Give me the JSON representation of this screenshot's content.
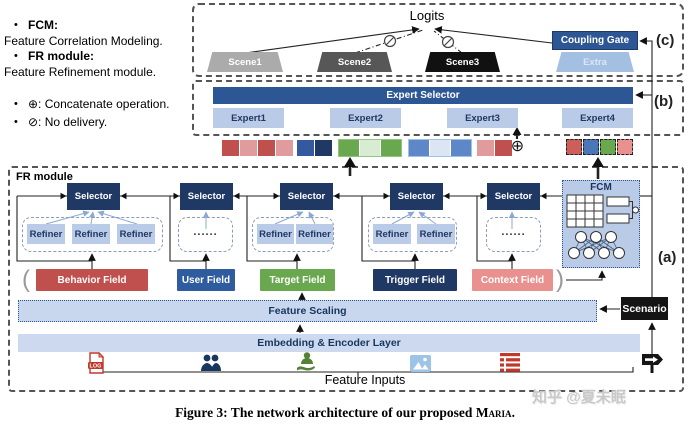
{
  "legend": {
    "bullet": "•",
    "items": [
      {
        "term": "FCM:",
        "definition": "Feature Correlation Modeling."
      },
      {
        "term": "FR module:",
        "definition": "Feature Refinement module."
      },
      {
        "symbol": "⊕:",
        "definition": "Concatenate operation."
      },
      {
        "symbol": "⊘:",
        "definition": "No delivery."
      }
    ]
  },
  "panel_c": {
    "label": "(c)",
    "logits": "Logits",
    "no_delivery_symbol": "⊘",
    "scenes": [
      {
        "label": "Scene1",
        "color": "#ababab"
      },
      {
        "label": "Scene2",
        "color": "#575757"
      },
      {
        "label": "Scene3",
        "color": "#111111"
      }
    ],
    "extra": {
      "label": "Extra",
      "color": "#a3c0e2"
    },
    "coupling_gate": "Coupling Gate"
  },
  "panel_b": {
    "label": "(b)",
    "expert_selector": "Expert Selector",
    "experts": [
      "Expert1",
      "Expert2",
      "Expert3",
      "Expert4"
    ]
  },
  "vectors": {
    "concat_symbol": "⊕",
    "groups": [
      {
        "name": "behavior-vector",
        "colors": [
          "#c0504d",
          "#e09c9c",
          "#c0504d",
          "#e09c9c"
        ]
      },
      {
        "name": "user-vector",
        "colors": [
          "#34599e",
          "#1f3864"
        ]
      },
      {
        "name": "target-vector",
        "border": "#93c47d",
        "colors": [
          "#6aa84f",
          "#d7ecd2",
          "#6aa84f"
        ]
      },
      {
        "name": "trigger-vector",
        "border": "#9dc3e6",
        "colors": [
          "#5d87c6",
          "#dbe5f3",
          "#5d87c6"
        ]
      },
      {
        "name": "context-vector",
        "colors": [
          "#e09c9c",
          "#c0504d"
        ]
      },
      {
        "name": "fcm-vector",
        "dashed": true,
        "colors": [
          "#cc5f5a",
          "#4a77b8",
          "#6aa84f",
          "#e8918f"
        ]
      }
    ]
  },
  "panel_a": {
    "label": "(a)",
    "fr_module": "FR module",
    "selector_label": "Selector",
    "refiner_label": "Refiner",
    "dots": "......",
    "fcm_label": "FCM",
    "paren_open": "(",
    "paren_close": ")",
    "fields": [
      {
        "label": "Behavior Field",
        "color": "#c0504d"
      },
      {
        "label": "User Field",
        "color": "#2e5c9e"
      },
      {
        "label": "Target Field",
        "color": "#6aa84f"
      },
      {
        "label": "Trigger Field",
        "color": "#1f3864"
      },
      {
        "label": "Context Field",
        "color": "#e8918f"
      }
    ],
    "feature_scaling": "Feature Scaling",
    "scenario": "Scenario",
    "embedding_layer": "Embedding & Encoder Layer",
    "feature_inputs": "Feature Inputs",
    "input_icons": [
      "log-file",
      "users",
      "customer-service",
      "image",
      "list",
      "signpost"
    ],
    "log_icon_label": "LOG"
  },
  "caption": {
    "prefix": "Figure 3: The network architecture of our proposed ",
    "model": "Maria",
    "suffix": "."
  },
  "watermark": "知乎 @夏未眠",
  "colors": {
    "dark_navy": "#1f3864",
    "accent_blue": "#2d5695",
    "light_blue": "#b9cbe6",
    "bar_blue": "#c9d7ee",
    "panel_border": "#555555"
  }
}
